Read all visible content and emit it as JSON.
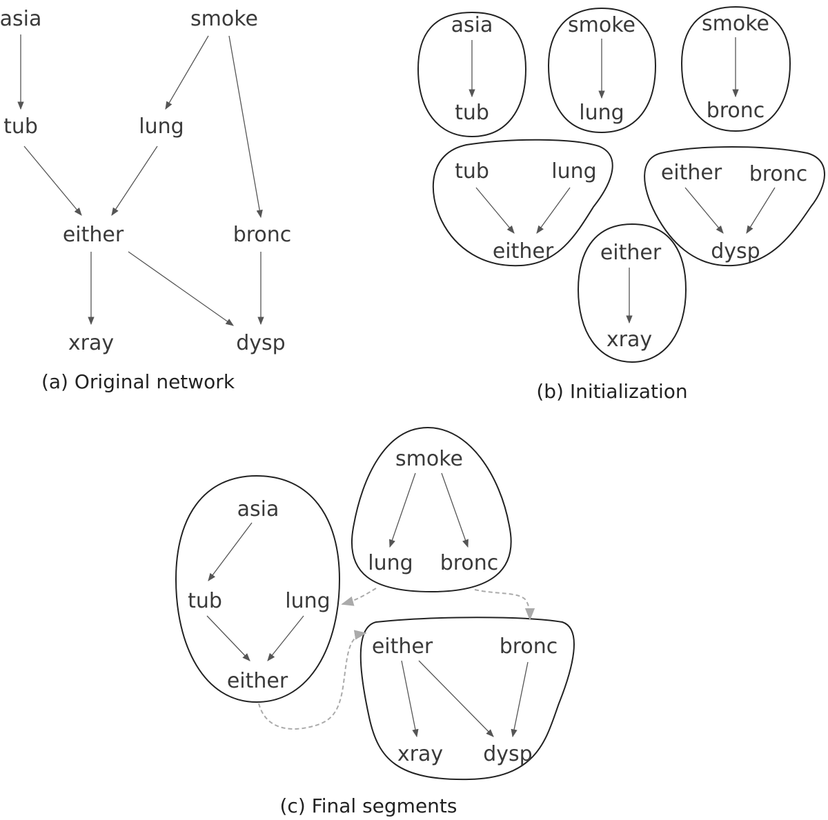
{
  "panel_a": {
    "caption": "(a) Original network",
    "nodes": {
      "asia": "asia",
      "smoke": "smoke",
      "tub": "tub",
      "lung": "lung",
      "either": "either",
      "bronc": "bronc",
      "xray": "xray",
      "dysp": "dysp"
    }
  },
  "panel_b": {
    "caption": "(b) Initialization",
    "segments": [
      {
        "top": "asia",
        "bottom": "tub"
      },
      {
        "top": "smoke",
        "bottom": "lung"
      },
      {
        "top": "smoke",
        "bottom": "bronc"
      },
      {
        "left": "tub",
        "right": "lung",
        "bottom": "either"
      },
      {
        "left": "either",
        "right": "bronc",
        "bottom": "dysp"
      },
      {
        "top": "either",
        "bottom": "xray"
      }
    ]
  },
  "panel_c": {
    "caption": "(c) Final segments",
    "seg_asia": {
      "asia": "asia",
      "tub": "tub",
      "lung": "lung",
      "either": "either"
    },
    "seg_smoke": {
      "smoke": "smoke",
      "lung": "lung",
      "bronc": "bronc"
    },
    "seg_either": {
      "either": "either",
      "bronc": "bronc",
      "xray": "xray",
      "dysp": "dysp"
    }
  },
  "colors": {
    "edge": "#555555",
    "segment_outline": "#222222",
    "link_dashed": "#aaaaaa",
    "text": "#3a3a3a"
  }
}
